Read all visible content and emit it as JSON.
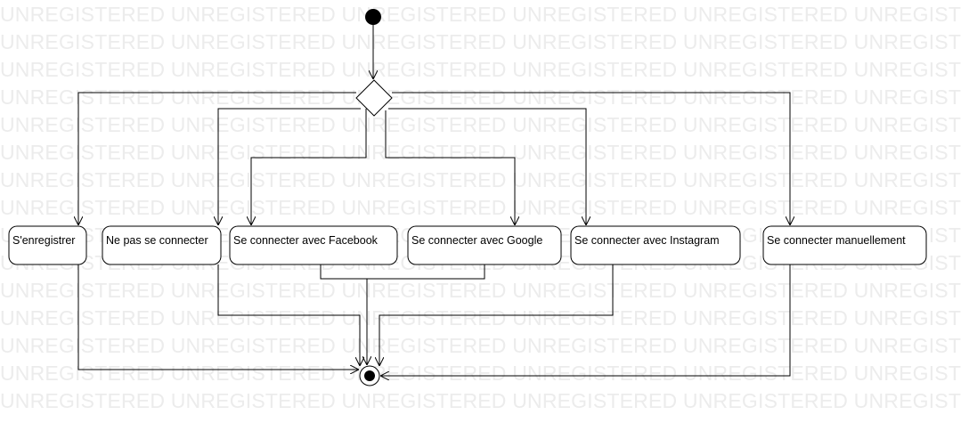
{
  "watermark": {
    "text": "UNREGISTERED"
  },
  "diagram": {
    "actions": [
      {
        "id": "enregistrer",
        "label": "S'enregistrer"
      },
      {
        "id": "ne-pas-connecter",
        "label": "Ne pas se connecter"
      },
      {
        "id": "facebook",
        "label": "Se connecter avec Facebook"
      },
      {
        "id": "google",
        "label": "Se connecter avec Google"
      },
      {
        "id": "instagram",
        "label": "Se connecter avec Instagram"
      },
      {
        "id": "manuellement",
        "label": "Se connecter manuellement"
      }
    ]
  }
}
